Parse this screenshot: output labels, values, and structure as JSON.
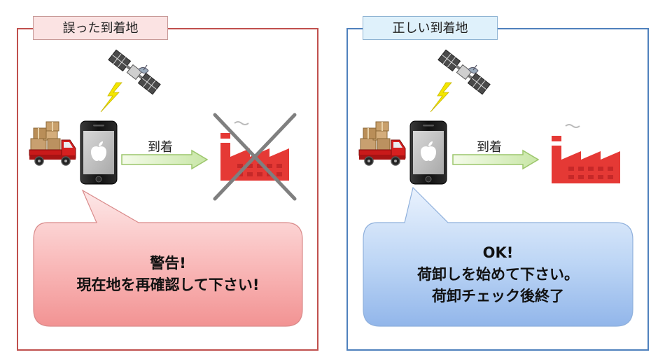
{
  "panels": {
    "wrong": {
      "tab_label": "誤った到着地",
      "arrow_label": "到着",
      "message_lines": [
        "警告!",
        "現在地を再確認して下さい!"
      ],
      "border_color": "#c0504d",
      "bubble_color": "#f6a6a6"
    },
    "right": {
      "tab_label": "正しい到着地",
      "arrow_label": "到着",
      "message_lines": [
        "OK!",
        "荷卸しを始めて下さい。",
        "荷卸チェック後終了"
      ],
      "border_color": "#4f81bd",
      "bubble_color": "#a9c8f1"
    }
  },
  "icons": [
    "satellite-icon",
    "lightning-icon",
    "truck-icon",
    "smartphone-icon",
    "apple-logo-icon",
    "arrow-right-icon",
    "factory-icon",
    "cross-mark-icon"
  ]
}
